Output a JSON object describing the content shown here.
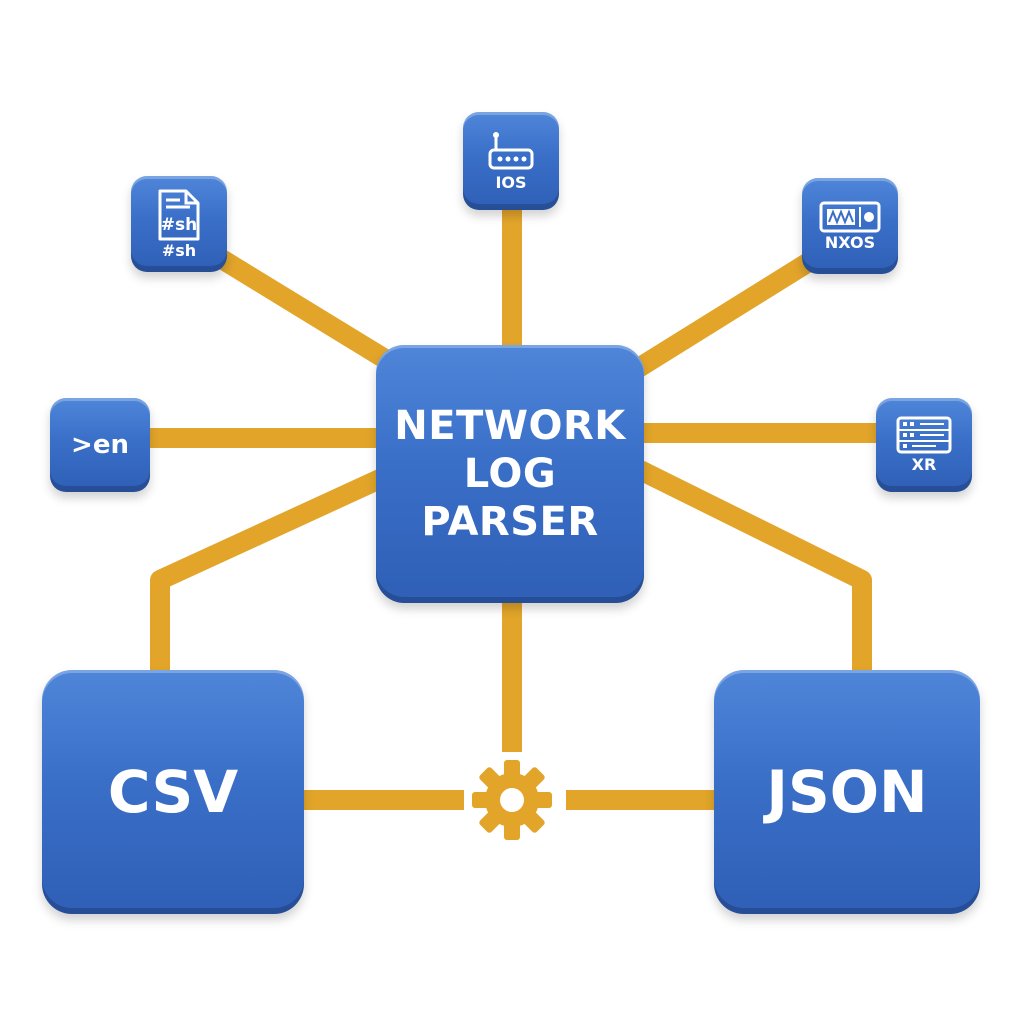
{
  "diagram": {
    "center": {
      "title_lines": [
        "NETWORK",
        "LOG",
        "PARSER"
      ]
    },
    "inputs": {
      "sh": {
        "icon_text": "#sh",
        "label": "#sh",
        "icon": "shell-script-file-icon"
      },
      "ios": {
        "label": "IOS",
        "icon": "router-icon"
      },
      "nxos": {
        "label": "NXOS",
        "icon": "switch-chassis-icon"
      },
      "en": {
        "label": ">en",
        "icon": "none"
      },
      "xr": {
        "label": "XR",
        "icon": "rack-router-icon"
      }
    },
    "outputs": {
      "csv": {
        "label": "CSV"
      },
      "json": {
        "label": "JSON"
      }
    },
    "colors": {
      "node_blue": "#3a6fc8",
      "connector_gold": "#e6a92a",
      "text_white": "#ffffff",
      "background": "#ffffff"
    }
  }
}
